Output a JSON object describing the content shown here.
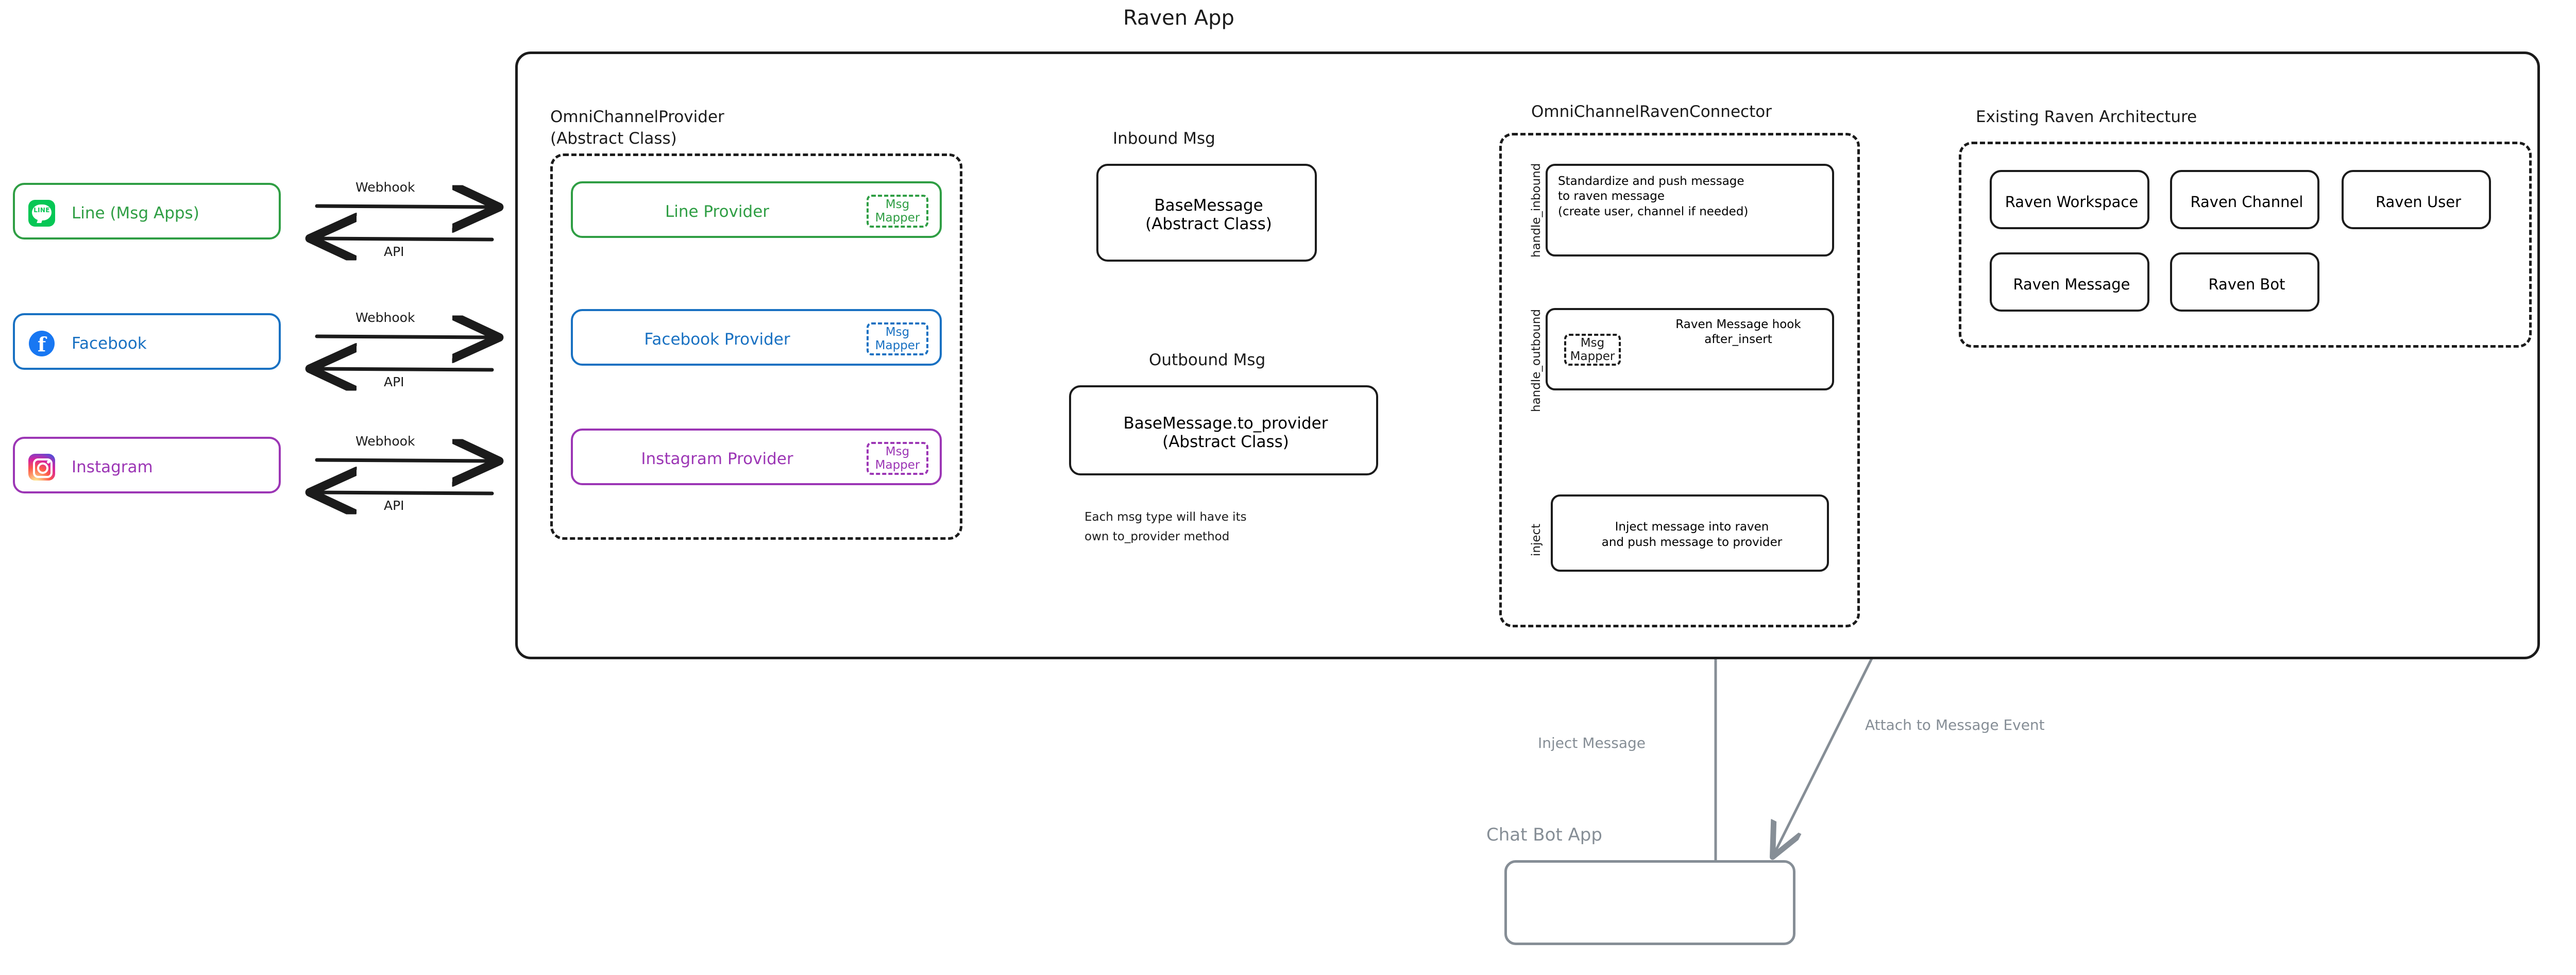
{
  "title": "Raven App",
  "channels": [
    {
      "name": "Line (Msg Apps)",
      "icon": "line-icon",
      "color": "#2f9e44",
      "out_label": "Webhook",
      "in_label": "API"
    },
    {
      "name": "Facebook",
      "icon": "facebook-icon",
      "color": "#1971c2",
      "out_label": "Webhook",
      "in_label": "API"
    },
    {
      "name": "Instagram",
      "icon": "instagram-icon",
      "color": "#9c36b5",
      "out_label": "Webhook",
      "in_label": "API"
    }
  ],
  "omni_provider": {
    "title_line1": "OmniChannelProvider",
    "title_line2": "(Abstract Class)",
    "providers": [
      {
        "name": "Line Provider",
        "color": "#2f9e44",
        "mapper_line1": "Msg",
        "mapper_line2": "Mapper"
      },
      {
        "name": "Facebook Provider",
        "color": "#1971c2",
        "mapper_line1": "Msg",
        "mapper_line2": "Mapper"
      },
      {
        "name": "Instagram Provider",
        "color": "#9c36b5",
        "mapper_line1": "Msg",
        "mapper_line2": "Mapper"
      }
    ]
  },
  "inbound": {
    "heading": "Inbound Msg",
    "box_line1": "BaseMessage",
    "box_line2": "(Abstract Class)"
  },
  "outbound": {
    "heading": "Outbound Msg",
    "box_line1": "BaseMessage.to_provider",
    "box_line2": "(Abstract Class)",
    "note_line1": "Each msg type will have its",
    "note_line2": "own to_provider method"
  },
  "connector": {
    "title": "OmniChannelRavenConnector",
    "lanes": [
      {
        "lane_label": "handle_inbound",
        "text_line1": "Standardize and push message",
        "text_line2": "to raven message",
        "text_line3": "(create user, channel if needed)"
      },
      {
        "lane_label": "handle_outbound",
        "text_line1": "Raven Message hook",
        "text_line2": "after_insert",
        "mapper_line1": "Msg",
        "mapper_line2": "Mapper"
      },
      {
        "lane_label": "inject",
        "text_line1": "Inject message into raven",
        "text_line2": "and push message to provider"
      }
    ]
  },
  "raven_arch": {
    "title": "Existing Raven Architecture",
    "entities": [
      "Raven Workspace",
      "Raven Channel",
      "Raven User",
      "Raven Message",
      "Raven Bot"
    ]
  },
  "chatbot": {
    "title": "Chat Bot App",
    "inject_label": "Inject Message",
    "attach_label": "Attach to Message Event",
    "color": "#868e96"
  },
  "colors": {
    "ink": "#1b1b1b",
    "green": "#2f9e44",
    "blue": "#1971c2",
    "purple": "#9c36b5",
    "gray": "#868e96"
  }
}
